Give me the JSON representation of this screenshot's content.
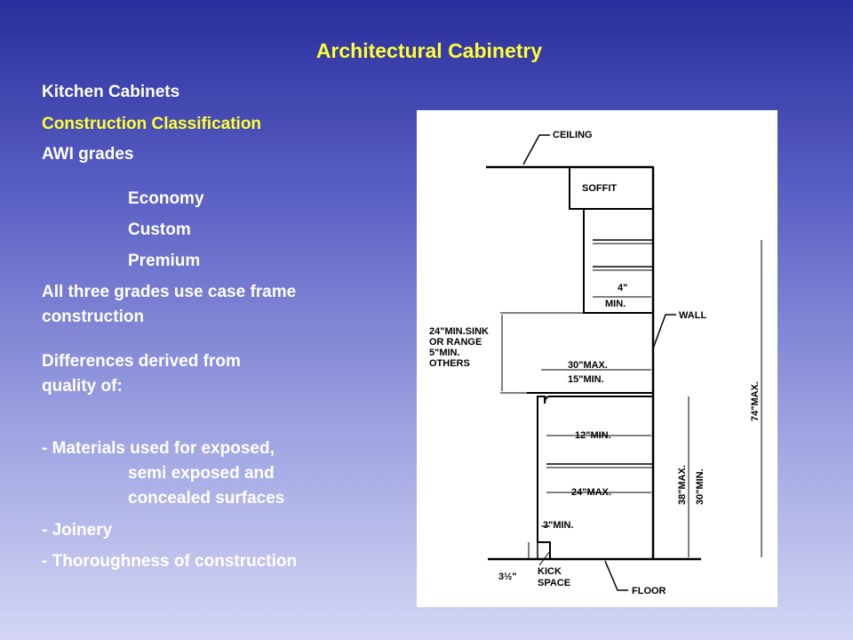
{
  "title": "Architectural Cabinetry",
  "lines": {
    "kitchen": "Kitchen Cabinets",
    "construction": "Construction Classification",
    "awi": "AWI grades",
    "economy": "Economy",
    "custom": "Custom",
    "premium": "Premium",
    "case_frame_1": "All three grades use case frame",
    "case_frame_2": "construction",
    "differences_1": "Differences derived from",
    "differences_2": "quality of:",
    "materials_1": "- Materials used for exposed,",
    "materials_2": "semi exposed and",
    "materials_3": "concealed surfaces",
    "joinery": "- Joinery",
    "thoroughness": "- Thoroughness of construction"
  },
  "diagram": {
    "ceiling": "CEILING",
    "soffit": "SOFFIT",
    "wall": "WALL",
    "floor": "FLOOR",
    "upper_depth_min_1": "4\"",
    "upper_depth_min_2": "MIN.",
    "clearance_1": "24\"MIN.SINK",
    "clearance_2": "OR RANGE",
    "clearance_3": "5\"MIN.",
    "clearance_4": "OTHERS",
    "upper_height_max": "30\"MAX.",
    "upper_height_min": "15\"MIN.",
    "shelf_depth": "12\"MIN.",
    "base_depth": "24\"MAX.",
    "toe_depth": "3\"MIN.",
    "kick_1": "KICK",
    "kick_2": "SPACE",
    "kick_height": "3½\"",
    "base_height_max": "38\"MAX.",
    "base_height_min": "30\"MIN.",
    "total_height": "74\"MAX."
  }
}
